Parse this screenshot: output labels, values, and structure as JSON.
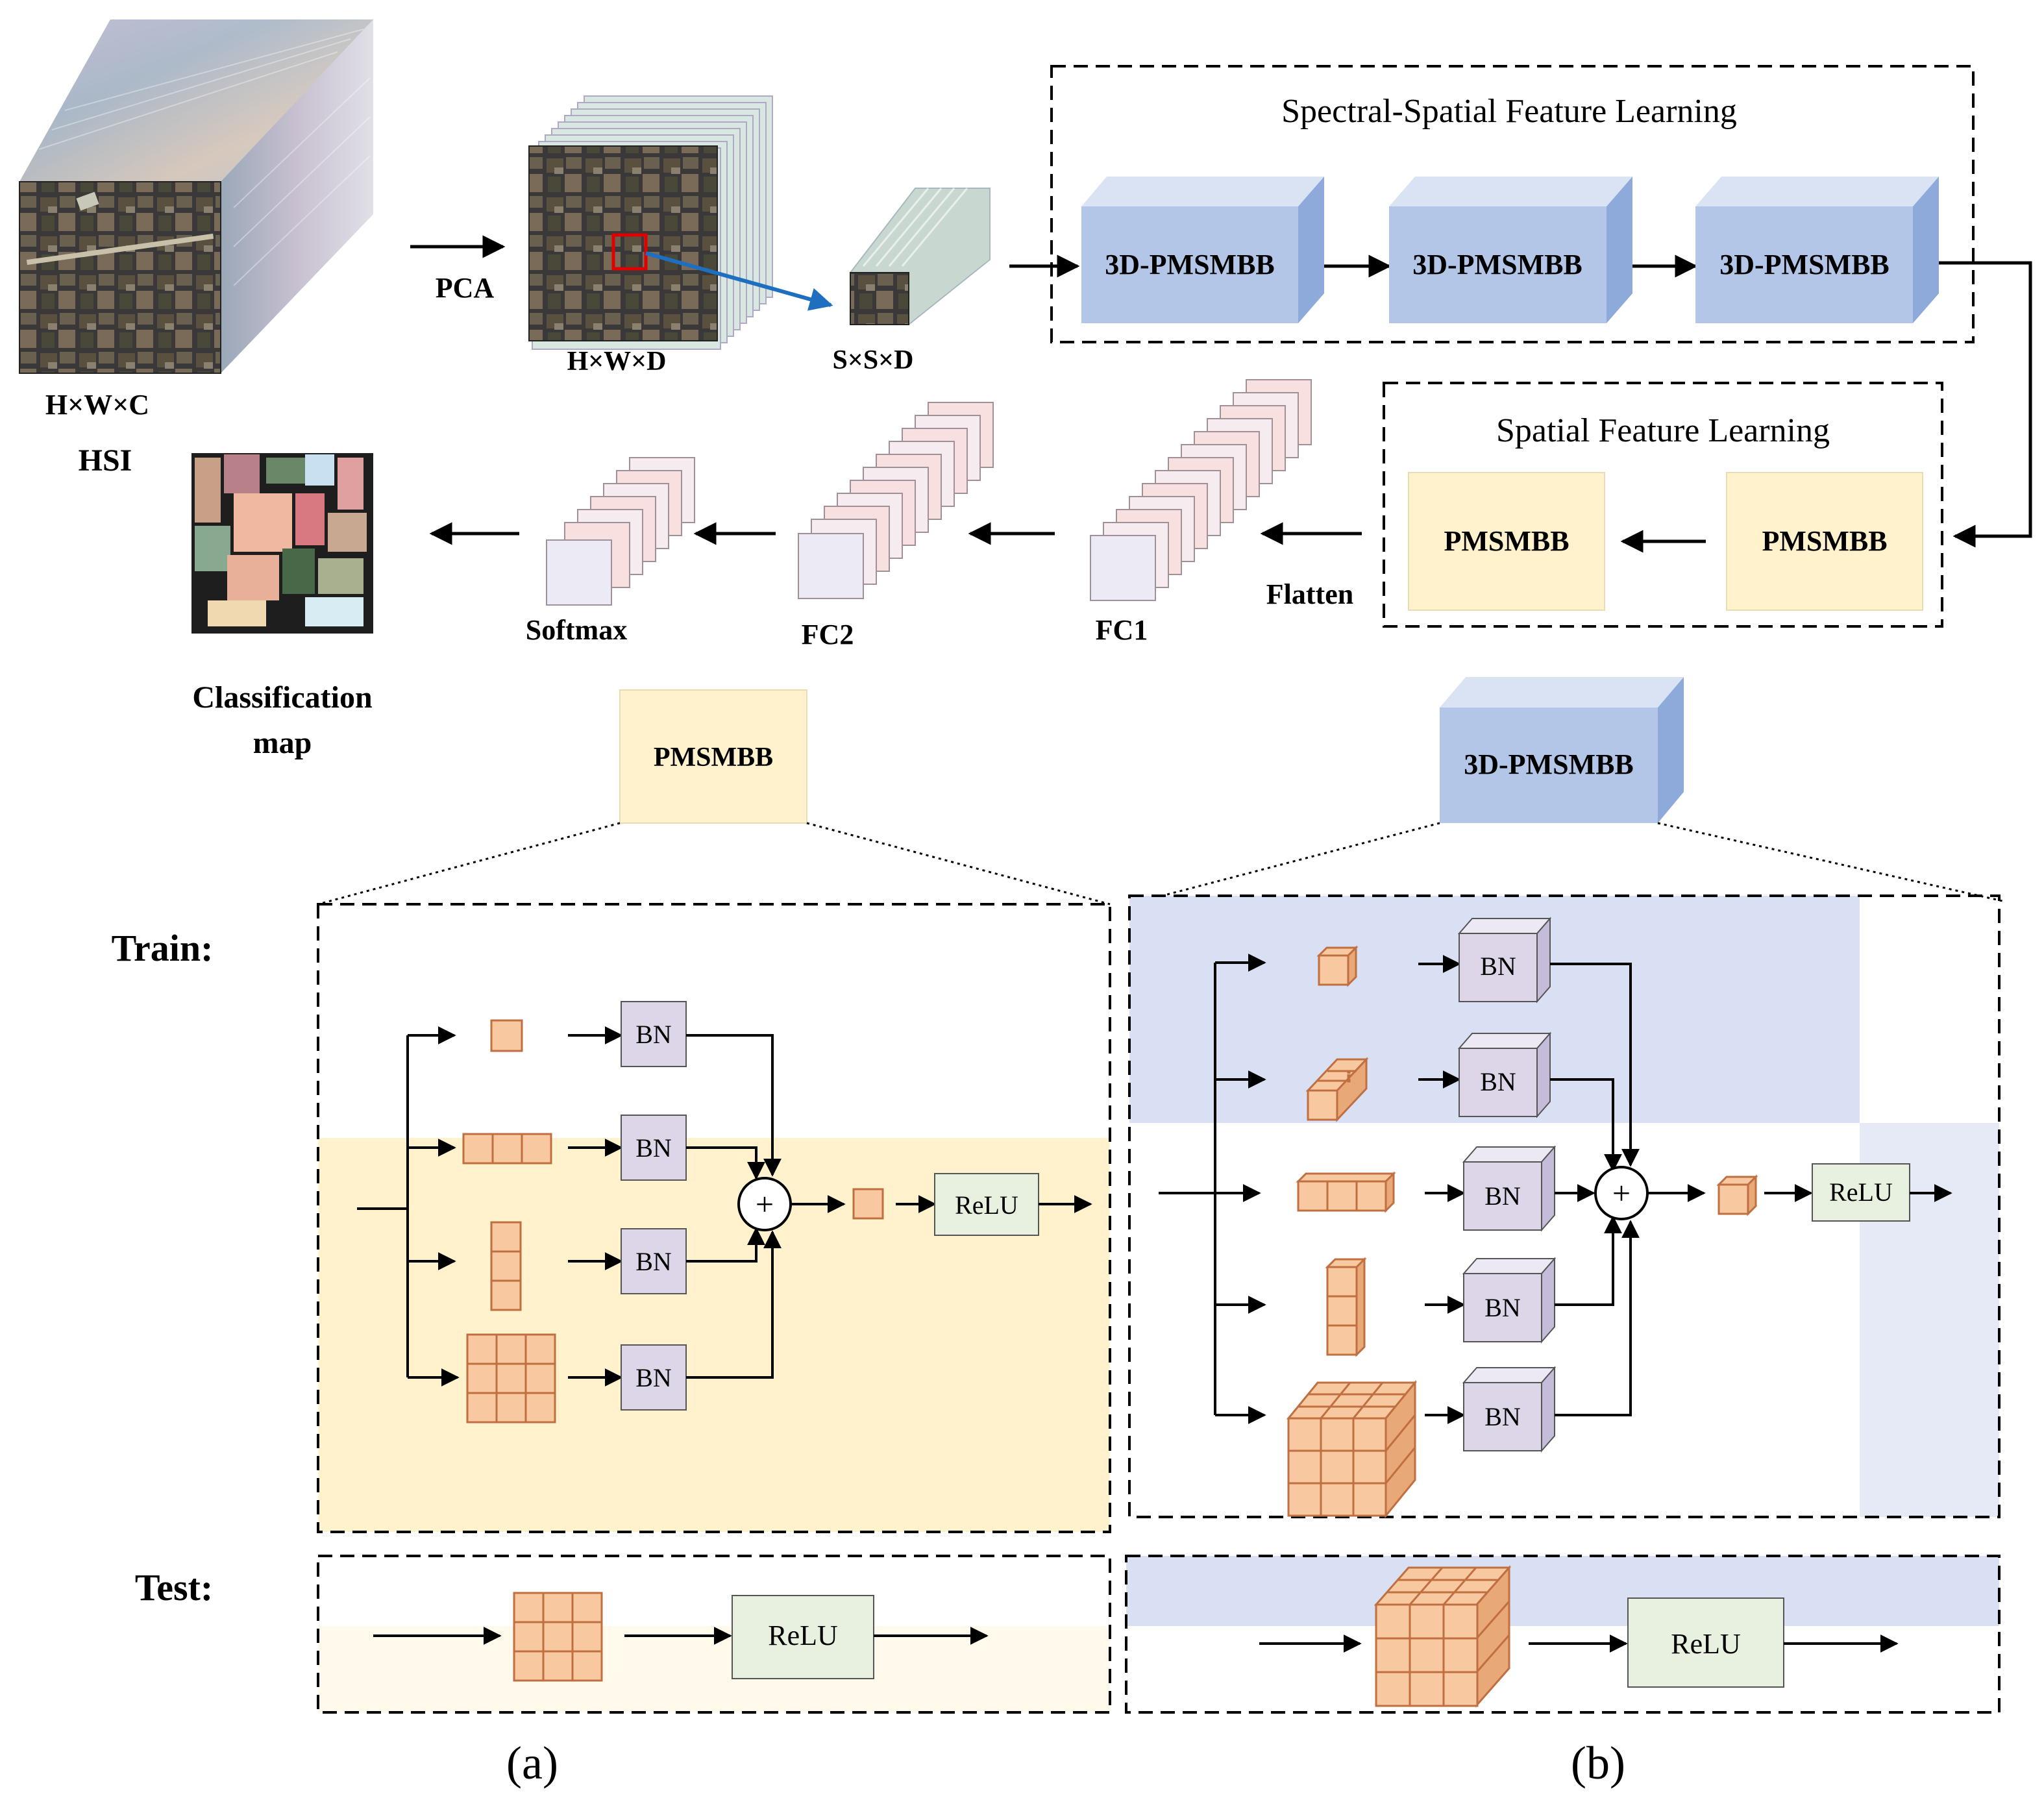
{
  "top": {
    "hsi_dims": "H×W×C",
    "hsi_label": "HSI",
    "pca_label": "PCA",
    "pca_dims": "H×W×D",
    "patch_dims": "S×S×D",
    "spectral_spatial_title": "Spectral-Spatial Feature Learning",
    "block_3d_label": "3D-PMSMBB",
    "spatial_title": "Spatial Feature Learning",
    "block_2d_label": "PMSMBB",
    "flatten_label": "Flatten",
    "fc1_label": "FC1",
    "fc2_label": "FC2",
    "softmax_label": "Softmax",
    "classification_map_line1": "Classification",
    "classification_map_line2": "map"
  },
  "detail": {
    "train_label": "Train:",
    "test_label": "Test:",
    "pmsmbb_label": "PMSMBB",
    "pmsmbb3d_label": "3D-PMSMBB",
    "bn_label": "BN",
    "relu_label": "ReLU",
    "plus_symbol": "+",
    "panel_a": "(a)",
    "panel_b": "(b)"
  },
  "colors": {
    "block3d_front": "#b4c6e7",
    "block3d_top": "#dae3f3",
    "block3d_side": "#8eaadb",
    "block2d_fill": "#fff2cc",
    "train_a_bg": "#fff2cc",
    "train_b_bg": "#dae0f3",
    "bn_fill": "#dcd6e8",
    "relu_fill": "#e8f0e0",
    "kernel_fill": "#f8c8a0",
    "kernel_stroke": "#c07040"
  }
}
